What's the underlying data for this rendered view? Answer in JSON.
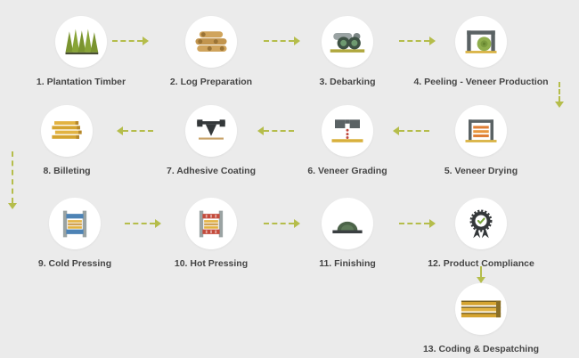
{
  "flow": {
    "steps": [
      {
        "id": 1,
        "label": "1. Plantation Timber",
        "icon": "pine-trees-icon"
      },
      {
        "id": 2,
        "label": "2. Log Preparation",
        "icon": "log-stack-icon"
      },
      {
        "id": 3,
        "label": "3. Debarking",
        "icon": "debarked-logs-icon"
      },
      {
        "id": 4,
        "label": "4. Peeling - Veneer Production",
        "icon": "peeling-lathe-icon"
      },
      {
        "id": 5,
        "label": "5. Veneer Drying",
        "icon": "veneer-dryer-icon"
      },
      {
        "id": 6,
        "label": "6. Veneer Grading",
        "icon": "veneer-grading-icon"
      },
      {
        "id": 7,
        "label": "7. Adhesive Coating",
        "icon": "adhesive-spreader-icon"
      },
      {
        "id": 8,
        "label": "8. Billeting",
        "icon": "billet-stack-icon"
      },
      {
        "id": 9,
        "label": "9. Cold Pressing",
        "icon": "cold-press-icon"
      },
      {
        "id": 10,
        "label": "10. Hot Pressing",
        "icon": "hot-press-icon"
      },
      {
        "id": 11,
        "label": "11. Finishing",
        "icon": "finishing-sander-icon"
      },
      {
        "id": 12,
        "label": "12. Product Compliance",
        "icon": "compliance-badge-icon"
      },
      {
        "id": 13,
        "label": "13. Coding & Despatching",
        "icon": "plywood-stack-icon"
      }
    ]
  },
  "colors": {
    "background": "#ebebeb",
    "node_fill": "#ffffff",
    "label_text": "#454545",
    "arrow": "#b5bd4b",
    "timber_green": "#7a942f",
    "log_tan": "#d0a45c",
    "veneer_orange": "#df7e35",
    "frame_gray": "#5a6264",
    "base_yellow": "#d8b03c",
    "cold_blue": "#4d83b5",
    "hot_red": "#c44b3c",
    "badge_dark": "#34383a",
    "check_green": "#79a43d"
  }
}
